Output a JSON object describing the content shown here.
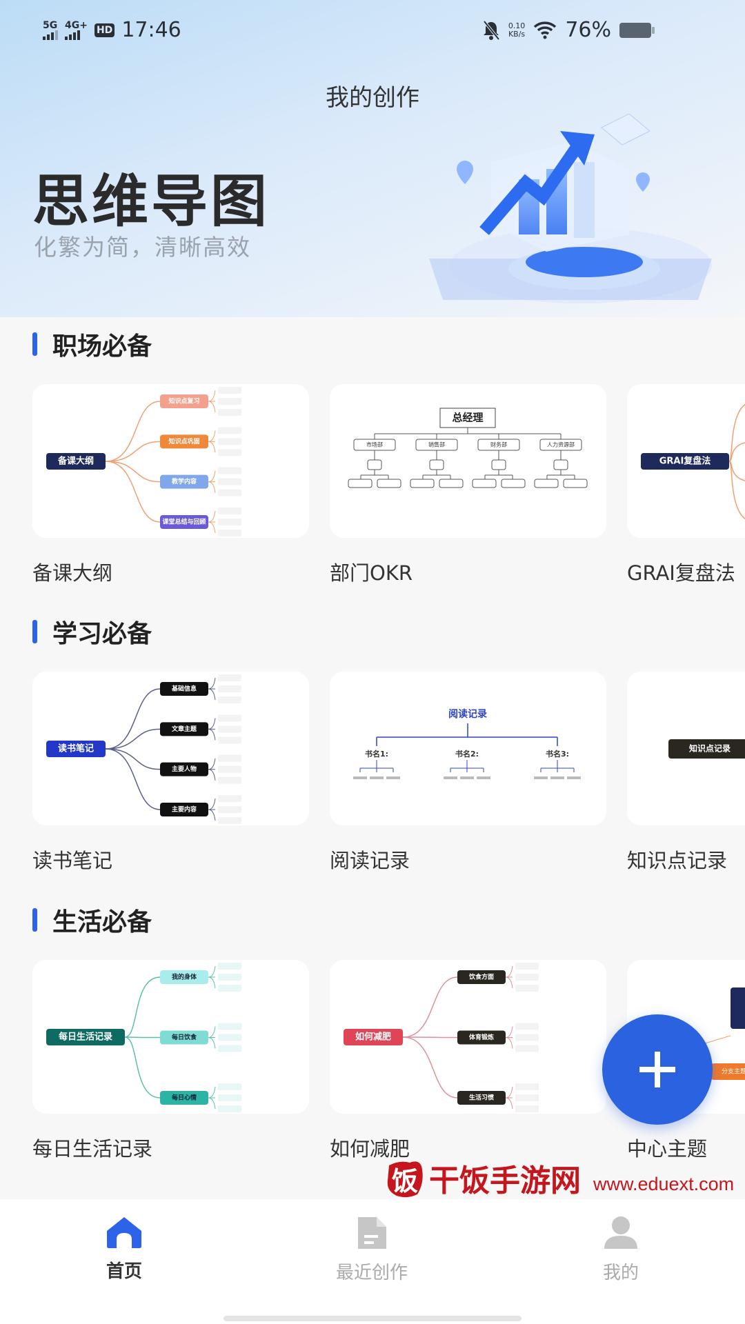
{
  "status_bar": {
    "network1": "5G",
    "network2": "4G+",
    "hd": "HD",
    "time": "17:46",
    "speed_value": "0.10",
    "speed_unit": "KB/s",
    "battery": "76%"
  },
  "header": {
    "title": "我的创作",
    "hero_title": "思维导图",
    "hero_subtitle": "化繁为简，清晰高效"
  },
  "sections": [
    {
      "title": "职场必备",
      "templates": [
        {
          "label": "备课大纲",
          "style": "mind",
          "root": "备课大纲",
          "root_color": "#1f2a5c",
          "branch_colors": [
            "#f3a08c",
            "#f0883a",
            "#7fa7ea",
            "#6a5ad8"
          ],
          "branches": [
            "知识点复习",
            "知识点巩固",
            "教学内容",
            "课堂总结与回顾"
          ],
          "line": "#f0a070"
        },
        {
          "label": "部门OKR",
          "style": "org",
          "root": "总经理",
          "branches": [
            "市场部",
            "销售部",
            "财务部",
            "人力资源部"
          ]
        },
        {
          "label": "GRAI复盘法",
          "style": "mind",
          "root": "GRAI复盘法",
          "root_color": "#1f2a5c",
          "branch_colors": [
            "#f0883a",
            "#7bc043",
            "#2bb3c0",
            "#6a5ad8"
          ],
          "branches": [
            "",
            "",
            "",
            ""
          ],
          "line": "#f0a070"
        }
      ]
    },
    {
      "title": "学习必备",
      "templates": [
        {
          "label": "读书笔记",
          "style": "mind",
          "root": "读书笔记",
          "root_color": "#2338c8",
          "branch_colors": [
            "#111",
            "#111",
            "#111",
            "#111"
          ],
          "branches": [
            "基础信息",
            "文章主题",
            "主要人物",
            "主要内容"
          ],
          "line": "#5a5f8a"
        },
        {
          "label": "阅读记录",
          "style": "tree",
          "root": "阅读记录",
          "branches": [
            "书名1:",
            "书名2:",
            "书名3:"
          ]
        },
        {
          "label": "知识点记录",
          "style": "single",
          "root": "知识点记录",
          "root_color": "#2a2620"
        }
      ]
    },
    {
      "title": "生活必备",
      "templates": [
        {
          "label": "每日生活记录",
          "style": "mind",
          "root": "每日生活记录",
          "root_color": "#0e6b62",
          "branch_colors": [
            "#a9ecec",
            "#7fdcd4",
            "#2bb3a3"
          ],
          "branches": [
            "我的身体",
            "每日饮食",
            "每日心情"
          ],
          "line": "#5cc0a8",
          "dark_text": true
        },
        {
          "label": "如何减肥",
          "style": "mind",
          "root": "如何减肥",
          "root_color": "#e04457",
          "branch_colors": [
            "#2a2620",
            "#2a2620",
            "#2a2620"
          ],
          "branches": [
            "饮食方面",
            "体育锻炼",
            "生活习惯"
          ],
          "line": "#e0909a"
        },
        {
          "label": "中心主题",
          "style": "center",
          "root": "分支主题",
          "root_color": "#f07a2a"
        }
      ]
    }
  ],
  "fab": {
    "icon": "plus-icon"
  },
  "bottom_nav": [
    {
      "label": "首页",
      "icon": "home-icon",
      "active": true
    },
    {
      "label": "最近创作",
      "icon": "document-icon"
    },
    {
      "label": "我的",
      "icon": "user-icon"
    }
  ],
  "watermark": {
    "brand": "干饭手游网",
    "url": "www.eduext.com",
    "char": "饭"
  },
  "colors": {
    "accent": "#2c63e8",
    "fab": "#2a62e0"
  }
}
